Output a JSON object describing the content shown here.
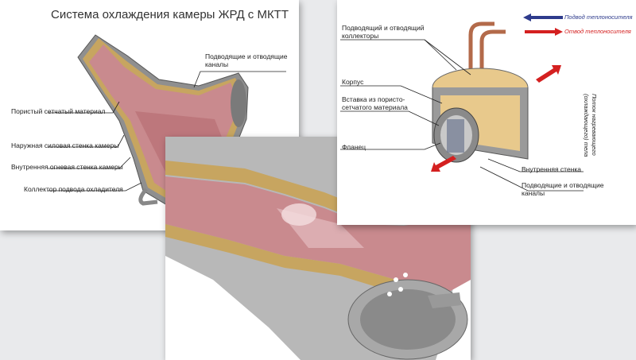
{
  "panel1": {
    "title": "Система охлаждения камеры ЖРД с МКТТ",
    "labels": {
      "porous": "Пористый сетчатый материал",
      "outer_wall": "Наружная силовая стенка камеры",
      "inner_wall": "Внутренняя огневая стенка камеры",
      "collector": "Коллектор подвода охладителя",
      "channels_line1": "Подводящие и отводящие",
      "channels_line2": "каналы"
    }
  },
  "panel2": {
    "legend": {
      "supply": "Подвод теплоносителя",
      "return": "Отвод теплоносителя",
      "flow_line1": "Поток нагревающего",
      "flow_line2": "(охлаждающего) тела"
    },
    "labels": {
      "collectors_line1": "Подводящий и отводящий",
      "collectors_line2": "коллекторы",
      "housing": "Корпус",
      "insert_line1": "Вставка из пористо-",
      "insert_line2": "сетчатого материала",
      "flange": "Фланец",
      "inner_wall": "Внутренняя стенка",
      "channels_line1": "Подводящие и отводящие",
      "channels_line2": "каналы"
    },
    "colors": {
      "supply": "#2e3b8c",
      "return": "#d42020",
      "porous": "#e8c98c",
      "metal": "#9a9a9a"
    }
  },
  "panel3": {
    "colors": {
      "flesh": "#c98a8e",
      "porous": "#c7a560",
      "metal": "#b8b8b8"
    }
  }
}
